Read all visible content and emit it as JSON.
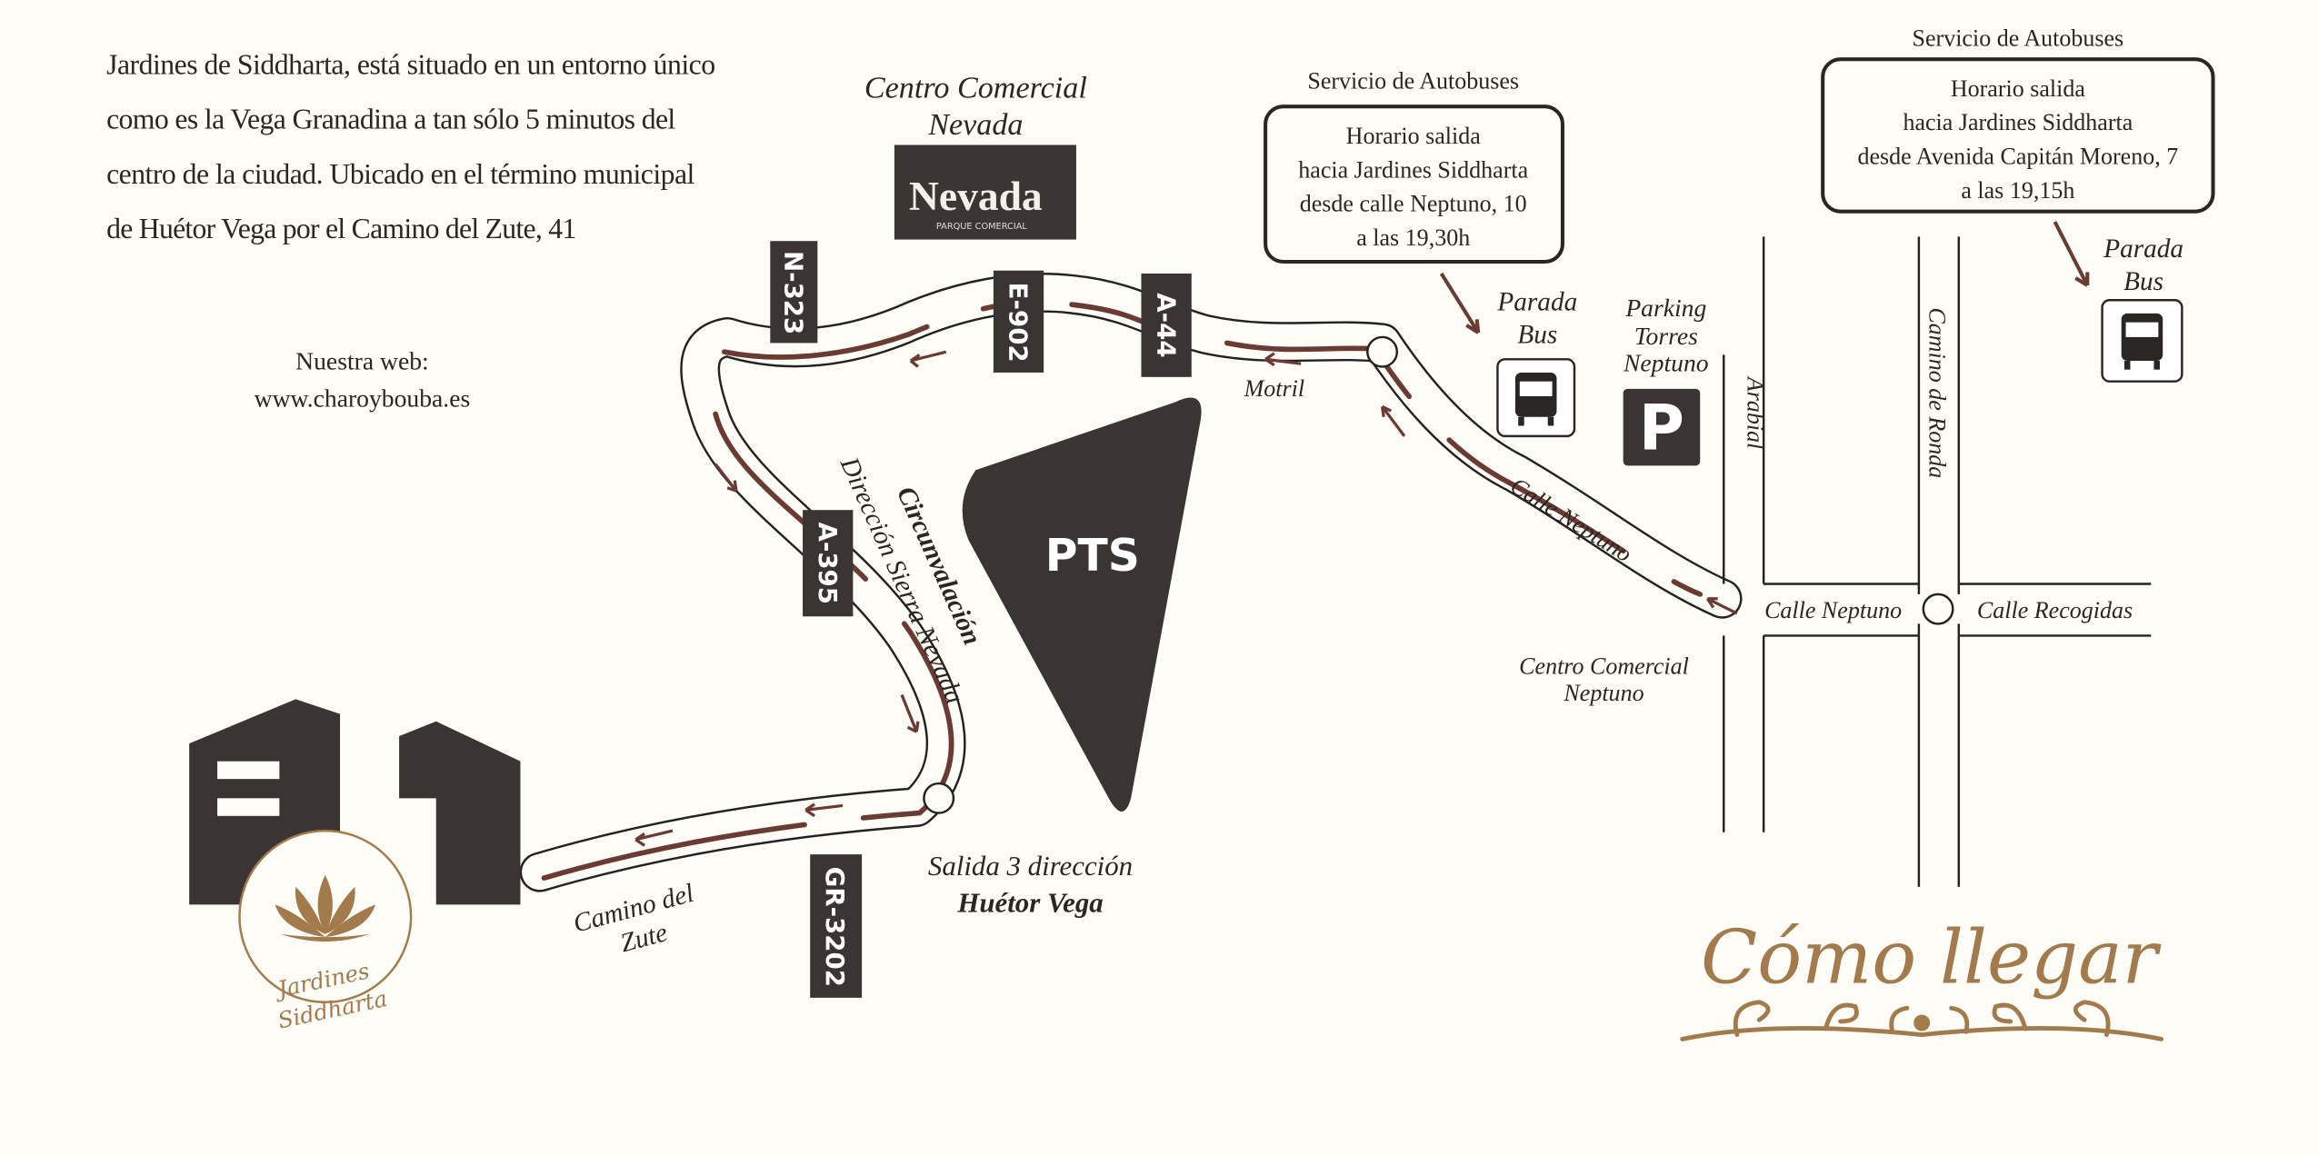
{
  "intro": {
    "lines": [
      "Jardines de Siddharta, está situado en un entorno único",
      "como es la Vega Granadina a tan sólo 5 minutos del",
      "centro de la ciudad. Ubicado en el término municipal",
      "de Huétor Vega por el Camino del Zute, 41"
    ],
    "web_label": "Nuestra web:",
    "web_url": "www.charoybouba.es"
  },
  "mall_nevada": {
    "title_1": "Centro Comercial",
    "title_2": "Nevada",
    "logo_text": "Nevada",
    "logo_sub": "PARQUE COMERCIAL"
  },
  "roads": {
    "n323": "N-323",
    "e902": "E-902",
    "a44": "A-44",
    "a395": "A-395",
    "gr3202": "GR-3202"
  },
  "pts": "PTS",
  "labels": {
    "motril": "Motril",
    "circunvalacion": "Circunvalación",
    "direccion": "Dirección Sierra Nevada",
    "salida_1": "Salida 3 dirección",
    "salida_2": "Huétor Vega",
    "zute_1": "Camino del",
    "zute_2": "Zute",
    "calle_neptuno_diag": "Calle Neptuno",
    "calle_neptuno": "Calle Neptuno",
    "calle_recogidas": "Calle Recogidas",
    "arabial": "Arabial",
    "camino_ronda": "Camino de Ronda",
    "cc_neptuno_1": "Centro Comercial",
    "cc_neptuno_2": "Neptuno"
  },
  "bus_service_1": {
    "title": "Servicio de Autobuses",
    "lines": [
      "Horario salida",
      "hacia Jardines Siddharta",
      "desde calle Neptuno, 10",
      "a las 19,30h"
    ],
    "stop_1": "Parada",
    "stop_2": "Bus"
  },
  "bus_service_2": {
    "title": "Servicio de Autobuses",
    "lines": [
      "Horario salida",
      "hacia Jardines Siddharta",
      "desde Avenida Capitán Moreno, 7",
      "a las 19,15h"
    ],
    "stop_1": "Parada",
    "stop_2": "Bus"
  },
  "parking": {
    "line_1": "Parking",
    "line_2": "Torres",
    "line_3": "Neptuno",
    "icon_letter": "P"
  },
  "venue_logo": {
    "line_1": "Jardines",
    "line_2": "Siddharta"
  },
  "heading": "Cómo llegar",
  "colors": {
    "road_brown": "#6b3b33",
    "shield": "#3a3433",
    "gold": "#a27a4c"
  }
}
